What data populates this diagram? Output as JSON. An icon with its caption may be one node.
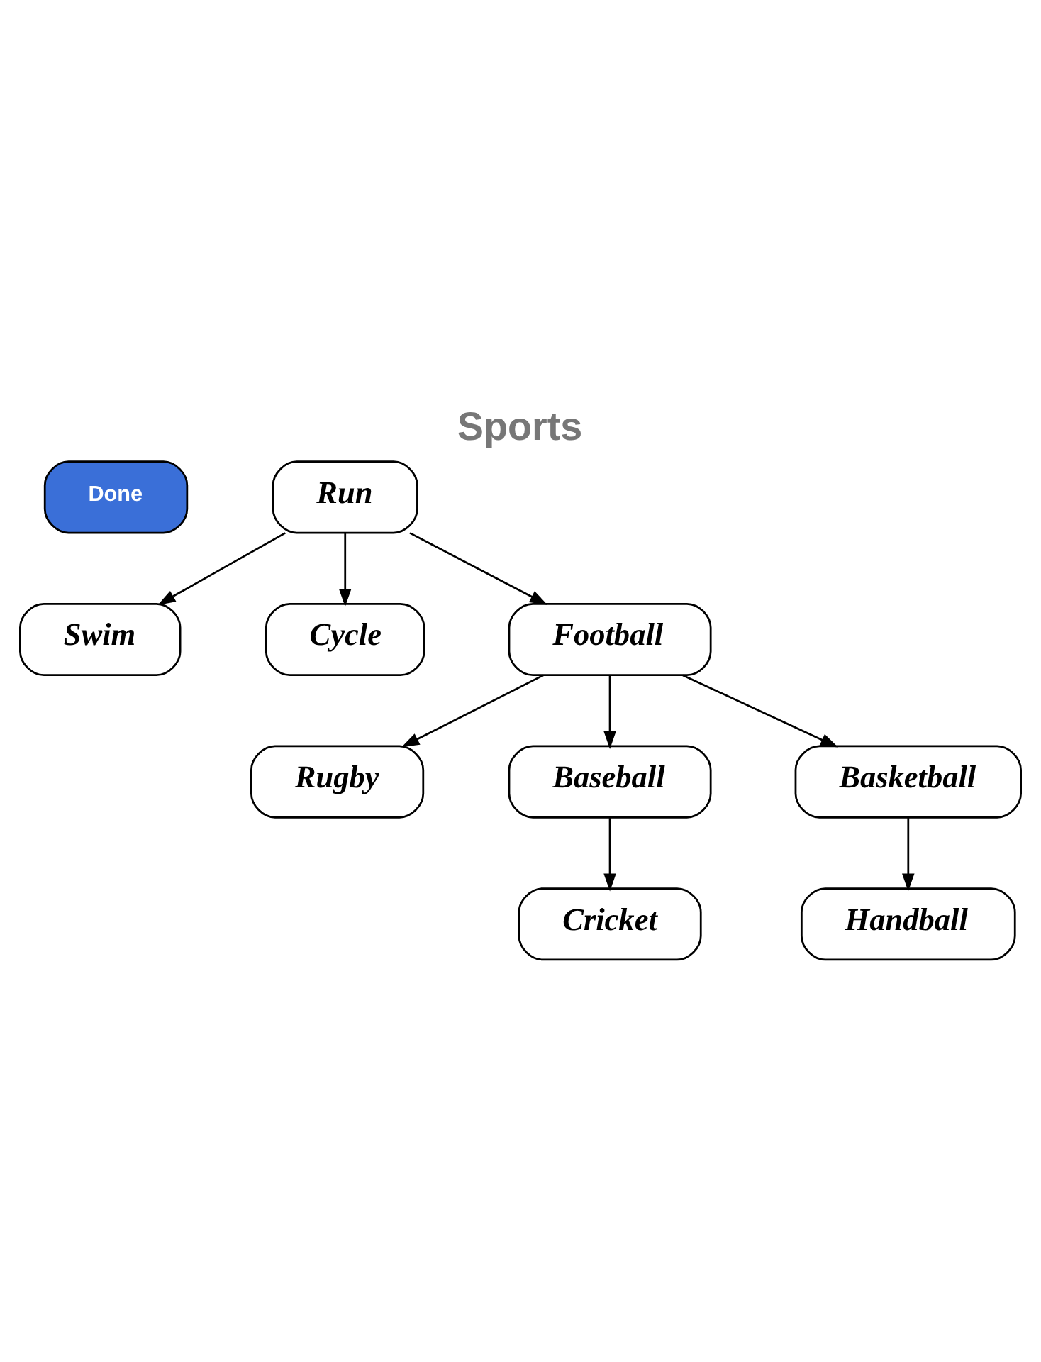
{
  "diagram": {
    "title": "Sports",
    "nodes": [
      {
        "text": [
          "Run"
        ]
      },
      {
        "text": [
          "Swim"
        ]
      },
      {
        "text": [
          "Cycle"
        ]
      },
      {
        "text": [
          "Football"
        ]
      },
      {
        "text": [
          "Rugby"
        ]
      },
      {
        "text": [
          "Baseball"
        ]
      },
      {
        "text": [
          "Basketball"
        ]
      },
      {
        "text": [
          "Handball"
        ]
      },
      {
        "text": [
          "Cricket"
        ]
      }
    ],
    "edges": [
      {
        "from": 0,
        "to": 1,
        "arrow": "to"
      },
      {
        "from": 0,
        "to": 2,
        "arrow": "to"
      },
      {
        "from": 0,
        "to": 3,
        "arrow": "to"
      },
      {
        "from": 3,
        "to": 4,
        "arrow": "to"
      },
      {
        "from": 3,
        "to": 5,
        "arrow": "to"
      },
      {
        "from": 3,
        "to": 6,
        "arrow": "to"
      },
      {
        "from": 6,
        "to": 7,
        "arrow": "to"
      },
      {
        "from": 5,
        "to": 8,
        "arrow": "to"
      }
    ],
    "labels": [
      "Done"
    ]
  }
}
